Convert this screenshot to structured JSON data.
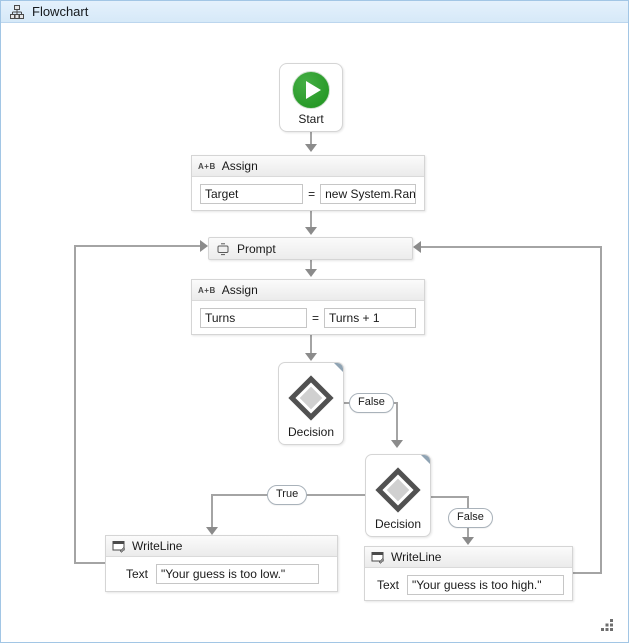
{
  "titlebar": {
    "title": "Flowchart"
  },
  "nodes": {
    "start": {
      "label": "Start"
    },
    "assign_target": {
      "header": "Assign",
      "icon_label": "A+B",
      "left_value": "Target",
      "operator": "=",
      "right_value": "new System.Random"
    },
    "prompt": {
      "header": "Prompt"
    },
    "assign_turns": {
      "header": "Assign",
      "icon_label": "A+B",
      "left_value": "Turns",
      "operator": "=",
      "right_value": "Turns + 1"
    },
    "decision_first": {
      "label": "Decision"
    },
    "decision_second": {
      "label": "Decision"
    },
    "writeline_low": {
      "header": "WriteLine",
      "field_label": "Text",
      "value": "\"Your guess is too low.\""
    },
    "writeline_high": {
      "header": "WriteLine",
      "field_label": "Text",
      "value": "\"Your guess is too high.\""
    }
  },
  "connectors": {
    "first_decision_false": "False",
    "second_decision_true": "True",
    "second_decision_false": "False"
  },
  "icons": [
    "flowchart-icon",
    "assign-icon",
    "prompt-activity-icon",
    "writeline-icon",
    "start-play-icon",
    "decision-diamond-icon",
    "collapse-corner-icon",
    "resize-grip-icon"
  ],
  "colors": {
    "titlebar_bg": "#dcebf9",
    "frame_border": "#a2c6e5",
    "connector": "#a4a4a4",
    "arrowhead": "#8b8b8b",
    "start_green": "#1d921d",
    "header_gradient_bottom": "#ebebeb",
    "diamond_dark": "#515151",
    "diamond_fill": "#d0d0d0"
  }
}
